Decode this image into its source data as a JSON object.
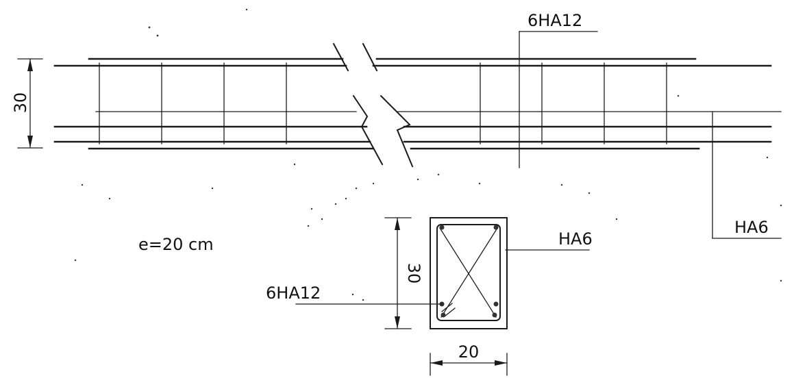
{
  "elevation": {
    "height_dim": "30",
    "top_bar_label": "6HA12",
    "stirrup_label": "HA6"
  },
  "section": {
    "height_dim": "30",
    "width_dim": "20",
    "stirrup_label": "HA6",
    "bar_label": "6HA12"
  },
  "spacing_note": "e=20 cm"
}
